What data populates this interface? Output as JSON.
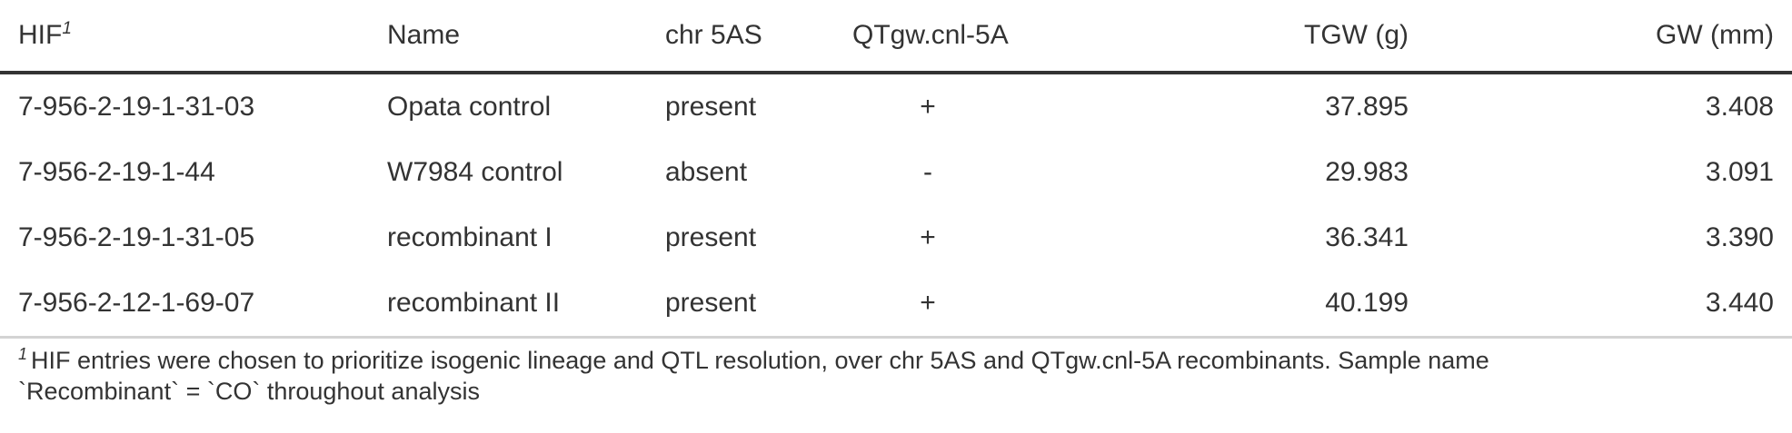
{
  "table": {
    "columns": [
      {
        "label": "HIF",
        "footnote_mark": "1",
        "align": "left"
      },
      {
        "label": "Name",
        "align": "left"
      },
      {
        "label": "chr 5AS",
        "align": "left"
      },
      {
        "label": "QTgw.cnl-5A",
        "align": "center"
      },
      {
        "label": "TGW (g)",
        "align": "right"
      },
      {
        "label": "GW (mm)",
        "align": "right"
      }
    ],
    "rows": [
      [
        "7-956-2-19-1-31-03",
        "Opata control",
        "present",
        "+",
        "37.895",
        "3.408"
      ],
      [
        "7-956-2-19-1-44",
        "W7984 control",
        "absent",
        "-",
        "29.983",
        "3.091"
      ],
      [
        "7-956-2-19-1-31-05",
        "recombinant I",
        "present",
        "+",
        "36.341",
        "3.390"
      ],
      [
        "7-956-2-12-1-69-07",
        "recombinant II",
        "present",
        "+",
        "40.199",
        "3.440"
      ]
    ]
  },
  "footnote": {
    "mark": "1",
    "line1": "HIF entries were chosen to prioritize isogenic lineage and QTL resolution, over chr 5AS and QTgw.cnl-5A recombinants. Sample name",
    "line2": "`Recombinant` = `CO` throughout analysis"
  },
  "colors": {
    "text": "#333333",
    "header_rule": "#333333",
    "bottom_rule": "#d3d3d3",
    "background": "#ffffff"
  }
}
